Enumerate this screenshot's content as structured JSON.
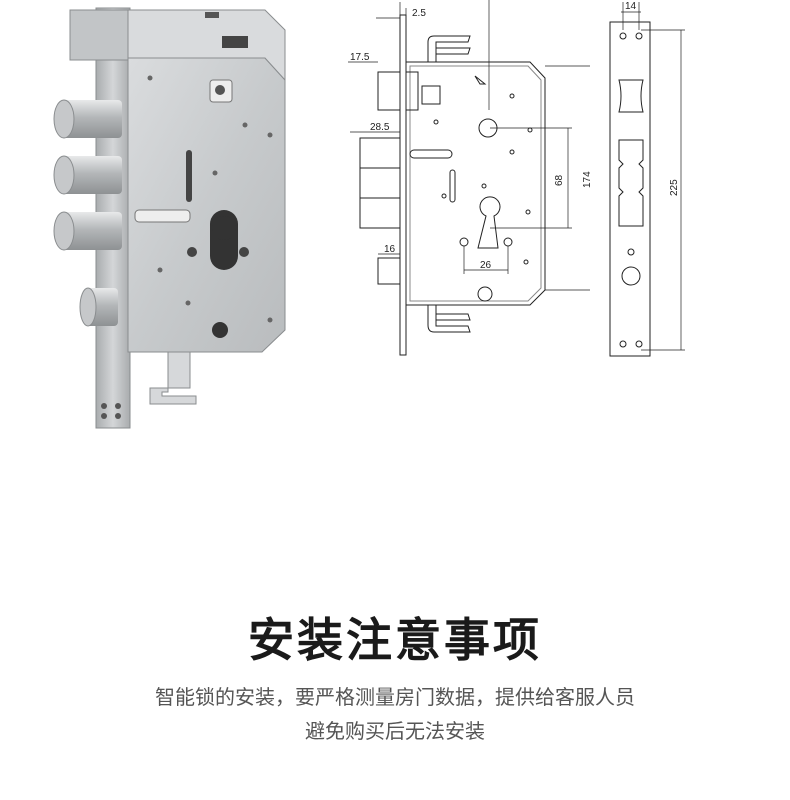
{
  "dimensions": {
    "d_2_5": "2.5",
    "d_17_5": "17.5",
    "d_28_5": "28.5",
    "d_68": "68",
    "d_174": "174",
    "d_16": "16",
    "d_26": "26",
    "d_14": "14",
    "d_225": "225"
  },
  "section": {
    "title": "安装注意事项",
    "description_line1": "智能锁的安装，要严格测量房门数据，提供给客服人员",
    "description_line2": "避免购买后无法安装"
  },
  "colors": {
    "steel": "#c9ccce",
    "line": "#222222",
    "title": "#1a1a1a",
    "text": "#555555"
  }
}
